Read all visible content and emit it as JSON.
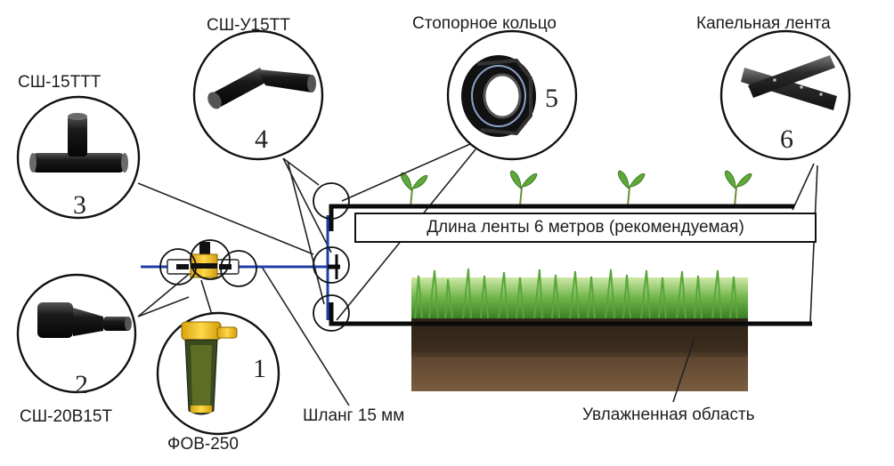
{
  "labels": {
    "sh_15ttt": "СШ-15ТТТ",
    "sh_u15tt": "СШ-У15ТТ",
    "stop_ring": "Стопорное кольцо",
    "drip_tape": "Капельная лента",
    "sh_20v15t": "СШ-20В15Т",
    "fov_250": "ФОВ-250",
    "hose": "Шланг 15 мм",
    "wet_area": "Увлажненная область"
  },
  "banner": "Длина ленты 6 метров (рекомендуемая)",
  "numbers": {
    "n1": "1",
    "n2": "2",
    "n3": "3",
    "n4": "4",
    "n5": "5",
    "n6": "6"
  },
  "colors": {
    "pipe": "#1f3fa8",
    "tape": "#0b0b0b",
    "filter_yellow": "#f2c21b",
    "grass": "#4b9b2e",
    "soil_dark": "#3a2a1c",
    "soil_light": "#6e5338"
  }
}
